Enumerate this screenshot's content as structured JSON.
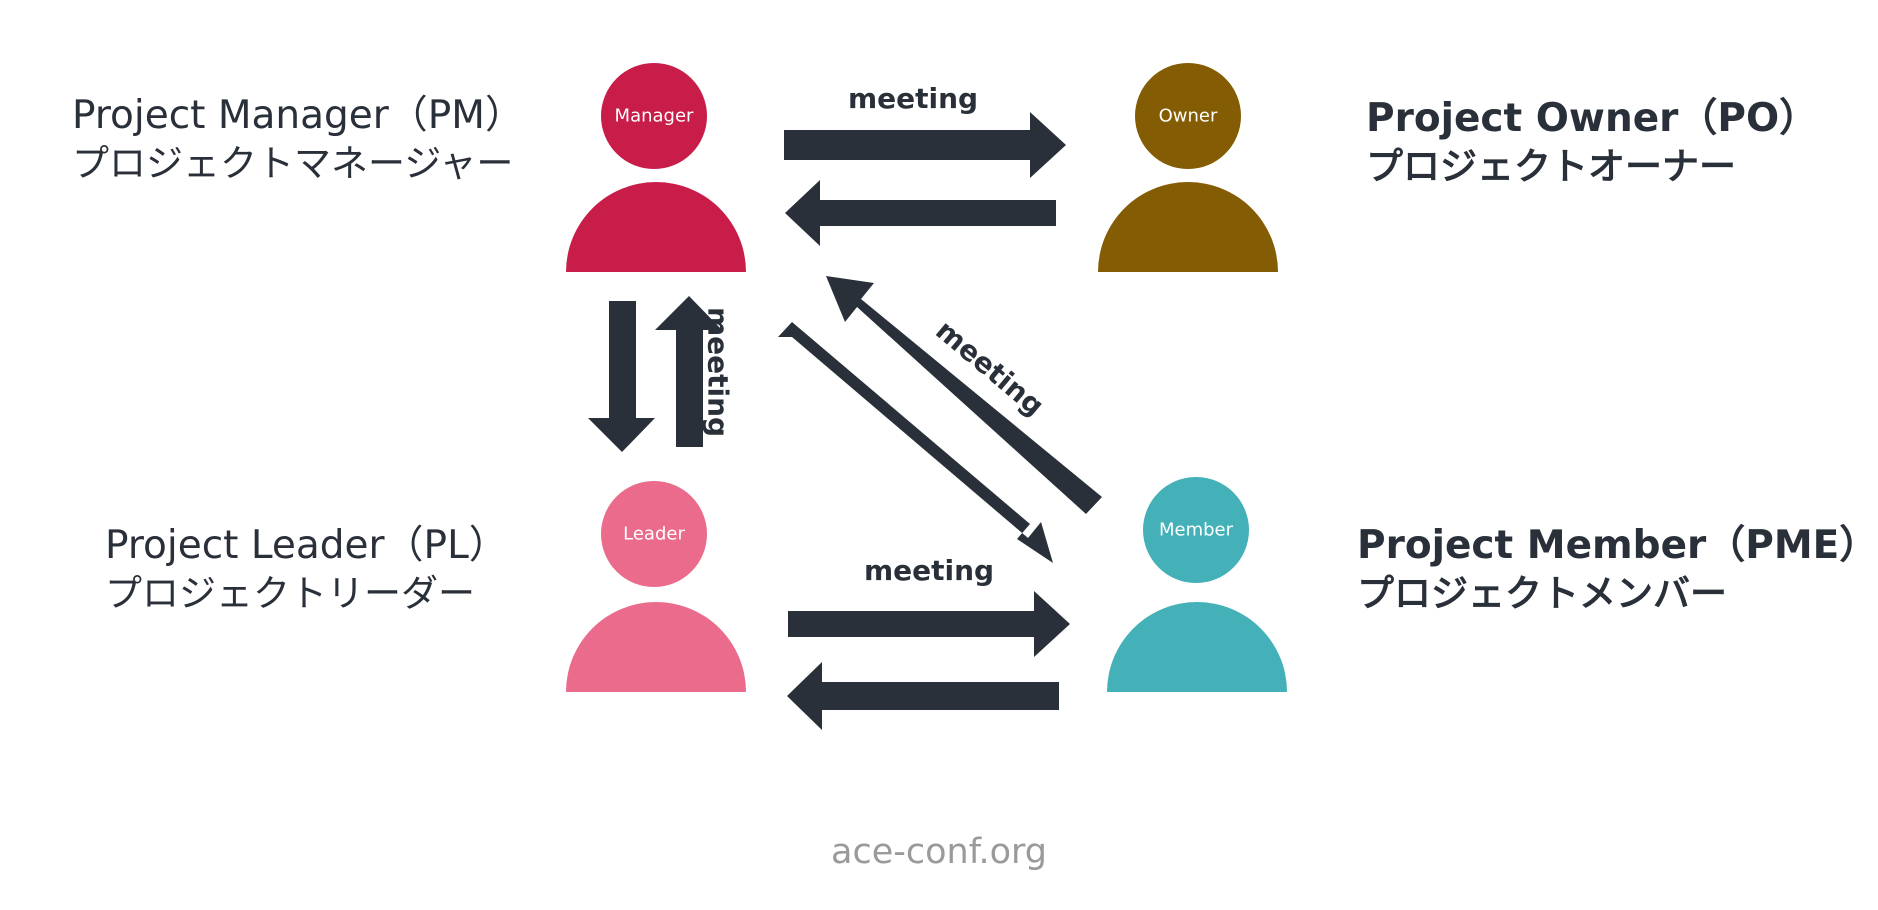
{
  "colors": {
    "manager": "#c81d48",
    "owner": "#835c03",
    "leader": "#ea6b8b",
    "member": "#44b0b8",
    "arrow": "#2a3039",
    "footer": "#9a9a9a"
  },
  "people": {
    "manager": {
      "icon": "person-icon",
      "name": "Manager"
    },
    "owner": {
      "icon": "person-icon",
      "name": "Owner"
    },
    "leader": {
      "icon": "person-icon",
      "name": "Leader"
    },
    "member": {
      "icon": "person-icon",
      "name": "Member"
    }
  },
  "roles": {
    "pm": {
      "en": "Project Manager（PM）",
      "ja": "プロジェクトマネージャー"
    },
    "po": {
      "en": "Project Owner（PO）",
      "ja": "プロジェクトオーナー"
    },
    "pl": {
      "en": "Project Leader（PL）",
      "ja": "プロジェクトリーダー"
    },
    "pme": {
      "en": "Project Member（PME）",
      "ja": "プロジェクトメンバー"
    }
  },
  "meetings": {
    "manager_owner": "meeting",
    "manager_leader": "meeting",
    "manager_member": "meeting",
    "leader_member": "meeting"
  },
  "footer": "ace-conf.org"
}
